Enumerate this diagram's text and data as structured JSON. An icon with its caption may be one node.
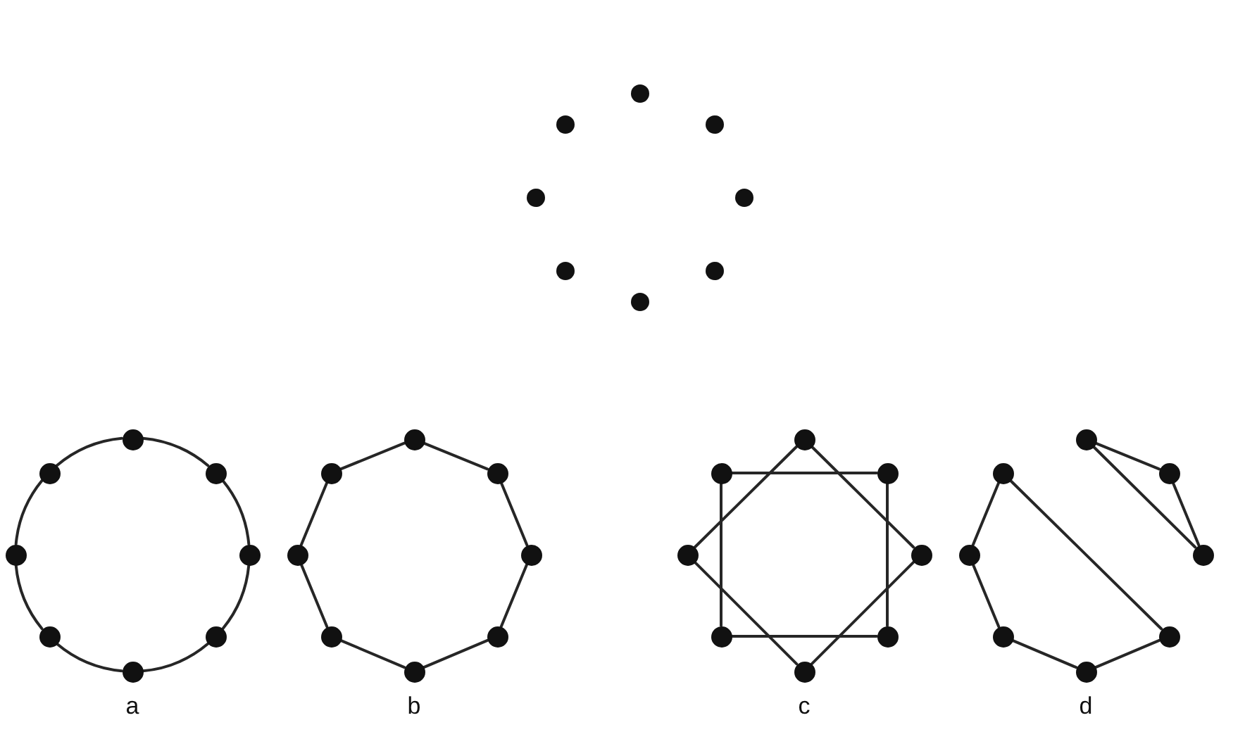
{
  "diagram": {
    "nodes": [
      {
        "text": [],
        "shape": "circle"
      },
      {
        "text": [],
        "shape": "circle"
      },
      {
        "text": [],
        "shape": "circle"
      },
      {
        "text": [],
        "shape": "circle"
      },
      {
        "text": [],
        "shape": "circle"
      },
      {
        "text": [],
        "shape": "circle"
      },
      {
        "text": [],
        "shape": "circle"
      },
      {
        "text": [],
        "shape": "circle"
      },
      {
        "text": [],
        "shape": "circle"
      },
      {
        "text": [],
        "shape": "circle"
      },
      {
        "text": [],
        "shape": "circle"
      },
      {
        "text": [],
        "shape": "circle"
      },
      {
        "text": [],
        "shape": "circle"
      },
      {
        "text": [],
        "shape": "circle"
      },
      {
        "text": [],
        "shape": "circle"
      },
      {
        "text": [],
        "shape": "circle"
      },
      {
        "text": [],
        "shape": "circle"
      },
      {
        "text": [],
        "shape": "circle"
      },
      {
        "text": [],
        "shape": "circle"
      },
      {
        "text": [],
        "shape": "circle"
      },
      {
        "text": [],
        "shape": "circle"
      },
      {
        "text": [],
        "shape": "circle"
      },
      {
        "text": [],
        "shape": "circle"
      },
      {
        "text": [],
        "shape": "circle"
      },
      {
        "text": [],
        "shape": "circle"
      },
      {
        "text": [],
        "shape": "circle"
      },
      {
        "text": [],
        "shape": "circle"
      },
      {
        "text": [],
        "shape": "circle"
      },
      {
        "text": [],
        "shape": "circle"
      },
      {
        "text": [],
        "shape": "circle"
      },
      {
        "text": [],
        "shape": "circle"
      },
      {
        "text": [],
        "shape": "circle"
      },
      {
        "text": [],
        "shape": "circle"
      },
      {
        "text": [],
        "shape": "circle"
      },
      {
        "text": [],
        "shape": "circle"
      },
      {
        "text": [],
        "shape": "circle"
      },
      {
        "text": [],
        "shape": "circle"
      },
      {
        "text": [],
        "shape": "circle"
      },
      {
        "text": [],
        "shape": "circle"
      },
      {
        "text": [],
        "shape": "circle"
      }
    ],
    "edges": [
      {
        "from": 8,
        "to": 10,
        "arrow": "none"
      },
      {
        "from": 10,
        "to": 12,
        "arrow": "none"
      },
      {
        "from": 12,
        "to": 14,
        "arrow": "none"
      },
      {
        "from": 14,
        "to": 15,
        "arrow": "none"
      },
      {
        "from": 15,
        "to": 13,
        "arrow": "none"
      },
      {
        "from": 13,
        "to": 11,
        "arrow": "none"
      },
      {
        "from": 11,
        "to": 9,
        "arrow": "none"
      },
      {
        "from": 9,
        "to": 8,
        "arrow": "none"
      },
      {
        "from": 16,
        "to": 18,
        "arrow": "none"
      },
      {
        "from": 18,
        "to": 20,
        "arrow": "none"
      },
      {
        "from": 20,
        "to": 22,
        "arrow": "none"
      },
      {
        "from": 22,
        "to": 23,
        "arrow": "none"
      },
      {
        "from": 23,
        "to": 21,
        "arrow": "none"
      },
      {
        "from": 21,
        "to": 19,
        "arrow": "none"
      },
      {
        "from": 19,
        "to": 17,
        "arrow": "none"
      },
      {
        "from": 17,
        "to": 16,
        "arrow": "none"
      },
      {
        "from": 25,
        "to": 26,
        "arrow": "none"
      },
      {
        "from": 26,
        "to": 30,
        "arrow": "none"
      },
      {
        "from": 30,
        "to": 29,
        "arrow": "none"
      },
      {
        "from": 29,
        "to": 25,
        "arrow": "none"
      },
      {
        "from": 24,
        "to": 28,
        "arrow": "none"
      },
      {
        "from": 28,
        "to": 31,
        "arrow": "none"
      },
      {
        "from": 31,
        "to": 27,
        "arrow": "none"
      },
      {
        "from": 27,
        "to": 24,
        "arrow": "none"
      },
      {
        "from": 32,
        "to": 34,
        "arrow": "none"
      },
      {
        "from": 34,
        "to": 36,
        "arrow": "none"
      },
      {
        "from": 36,
        "to": 32,
        "arrow": "none"
      },
      {
        "from": 33,
        "to": 38,
        "arrow": "none"
      },
      {
        "from": 33,
        "to": 35,
        "arrow": "none"
      },
      {
        "from": 35,
        "to": 37,
        "arrow": "none"
      },
      {
        "from": 37,
        "to": 39,
        "arrow": "none"
      },
      {
        "from": 39,
        "to": 38,
        "arrow": "none"
      }
    ],
    "labels": [
      "a",
      "b",
      "c",
      "d"
    ]
  }
}
